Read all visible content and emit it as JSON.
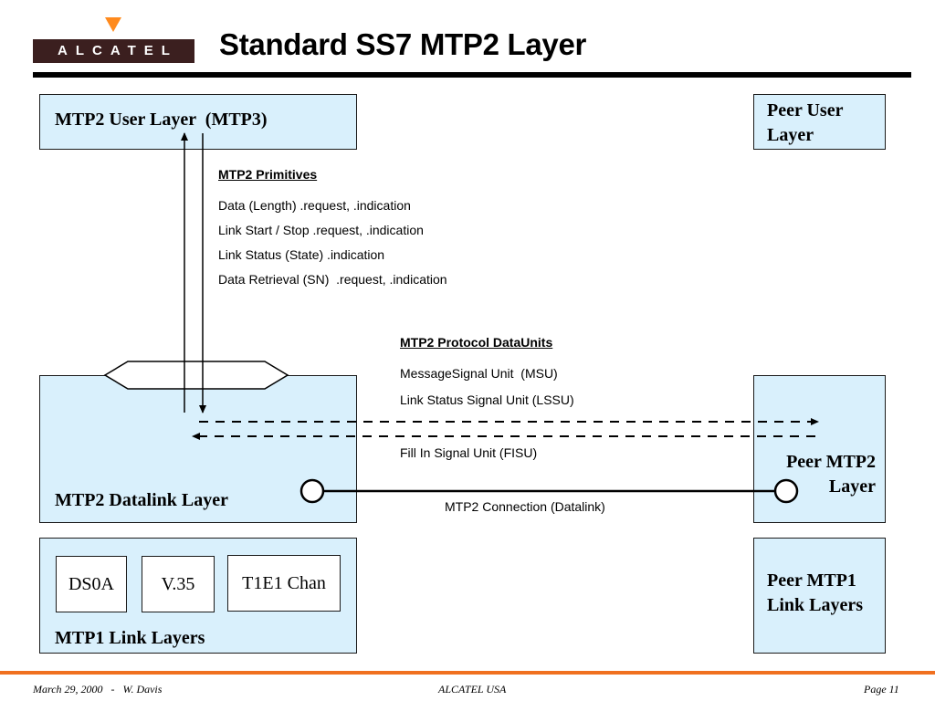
{
  "header": {
    "logo_text": "ALCATEL",
    "title": "Standard SS7 MTP2 Layer"
  },
  "boxes": {
    "mtp2_user": "MTP2 User Layer  (MTP3)",
    "peer_user": "Peer User Layer",
    "mtp2_datalink": "MTP2 Datalink Layer",
    "peer_mtp2": "Peer MTP2 Layer",
    "mtp1_link": "MTP1 Link Layers",
    "peer_mtp1": "Peer MTP1 Link Layers"
  },
  "interfaces": [
    "DS0A",
    "V.35",
    "T1E1 Chan"
  ],
  "primitives": {
    "heading": "MTP2 Primitives",
    "items": [
      "Data (Length) .request, .indication",
      "Link Start / Stop .request, .indication",
      "Link Status (State) .indication",
      "Data Retrieval (SN)  .request, .indication"
    ]
  },
  "protocol_units": {
    "heading": "MTP2 Protocol DataUnits",
    "items": [
      "MessageSignal Unit  (MSU)",
      "Link Status Signal Unit (LSSU)",
      "Fill In Signal Unit (FISU)"
    ]
  },
  "connection_label": "MTP2 Connection (Datalink)",
  "footer": {
    "left": "March 29, 2000   -   W. Davis",
    "center": "ALCATEL USA",
    "right": "Page 11"
  },
  "colors": {
    "box_fill": "#d9f0fc",
    "logo_bar": "#3b1f1f",
    "logo_accent": "#ff8a1d",
    "footer_rule": "#f07020"
  }
}
